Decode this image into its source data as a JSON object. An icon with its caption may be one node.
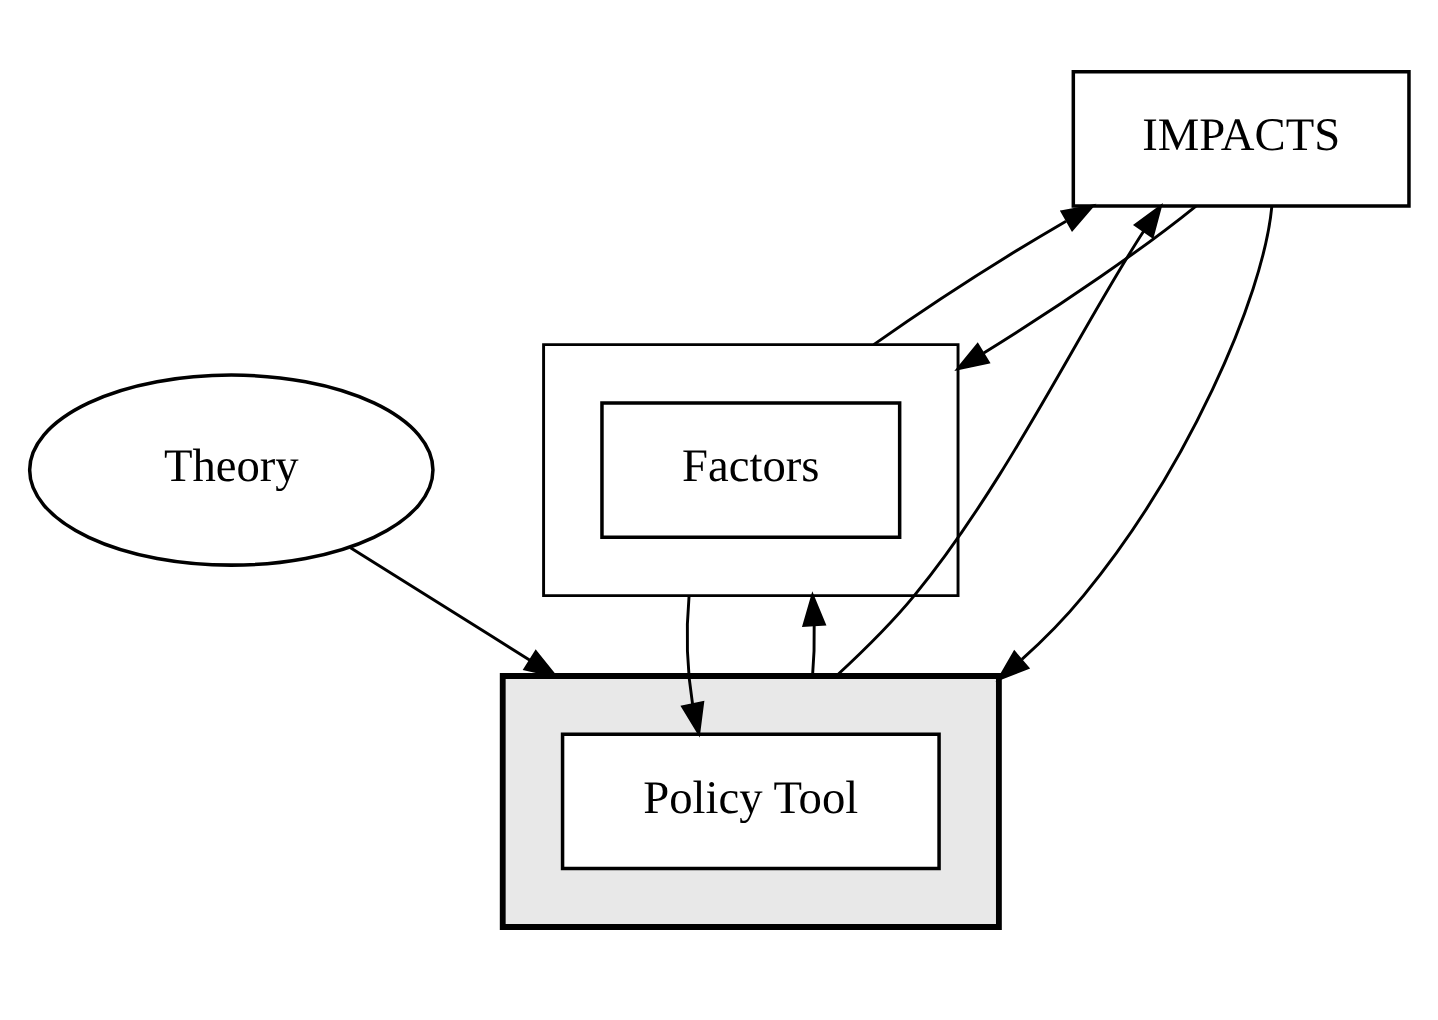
{
  "diagram": {
    "nodes": [
      {
        "text": [
          "Theory"
        ]
      },
      {
        "text": [
          "IMPACTS"
        ]
      },
      {
        "text": [],
        "shape": "parallelogram"
      },
      {
        "text": [
          "Factors"
        ],
        "in": 2
      },
      {
        "text": [],
        "shape": "box"
      },
      {
        "text": [
          "Policy Tool"
        ],
        "in": 4
      }
    ],
    "edges": [
      {
        "from": 0,
        "to": 4,
        "arrow": "to"
      },
      {
        "from": 2,
        "to": 1,
        "arrow": "to"
      },
      {
        "from": 1,
        "to": 2,
        "arrow": "to"
      },
      {
        "from": 4,
        "to": 1,
        "arrow": "to"
      },
      {
        "from": 1,
        "to": 4,
        "arrow": "to"
      },
      {
        "from": 2,
        "to": 5,
        "arrow": "to"
      },
      {
        "from": 4,
        "to": 2,
        "arrow": "to"
      }
    ]
  }
}
